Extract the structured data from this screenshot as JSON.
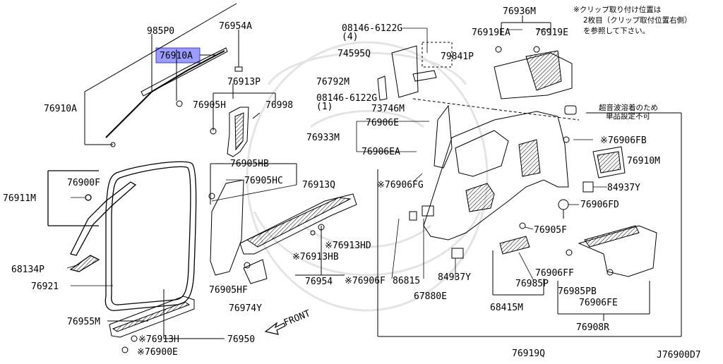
{
  "diagram": {
    "code": "J76900D7",
    "front_label": "FRONT",
    "highlight_color": "#9c9cff",
    "highlighted_part": "76910A",
    "notes": {
      "top_right": [
        "※クリップ取り付け位置は",
        "2枚目（クリップ取付位置右側）",
        "を参照して下さい。"
      ],
      "ultrasonic": [
        "超音波溶着のため",
        "単品設定不可"
      ]
    },
    "parts": {
      "p985P0": "985P0",
      "p76910A_hl": "76910A",
      "p76954A": "76954A",
      "p76910A": "76910A",
      "p76913P": "76913P",
      "p76905H": "76905H",
      "p76998": "76998",
      "p76900F": "76900F",
      "p76911M": "76911M",
      "p68134P": "68134P",
      "p76921": "76921",
      "p76955M": "76955M",
      "p76913H": "※76913H",
      "p76950": "76950",
      "p76900E": "※76900E",
      "p76905HB": "76905HB",
      "p76905HC": "76905HC",
      "p76913Q": "76913Q",
      "p76913HD": "※76913HD",
      "p76913HB": "※76913HB",
      "p76954": "76954",
      "p76905HF": "76905HF",
      "p76974Y": "76974Y",
      "p08146_4": "08146-6122G",
      "p08146_4q": "(4)",
      "p74595Q": "74595Q",
      "p79841P": "79841P",
      "p76792M": "76792M",
      "p08146_1": "08146-6122G",
      "p08146_1q": "(1)",
      "p73746M": "73746M",
      "p76906E": "76906E",
      "p76933M": "76933M",
      "p76906EA": "76906EA",
      "p76906FG": "※76906FG",
      "p76906F": "※76906F",
      "p86815": "86815",
      "p67880E": "67880E",
      "p84937Y_a": "84937Y",
      "p76936M": "76936M",
      "p76919EA": "76919EA",
      "p76919E": "76919E",
      "p76906FB": "※76906FB",
      "p76910M": "76910M",
      "p84937Y_b": "84937Y",
      "p76906FD": "76906FD",
      "p76905F": "76905F",
      "p76906FF": "76906FF",
      "p76985P": "76985P",
      "p76985PB": "76985PB",
      "p76906FE": "76906FE",
      "p68415M": "68415M",
      "p76908R": "76908R",
      "p76919Q": "76919Q"
    }
  }
}
